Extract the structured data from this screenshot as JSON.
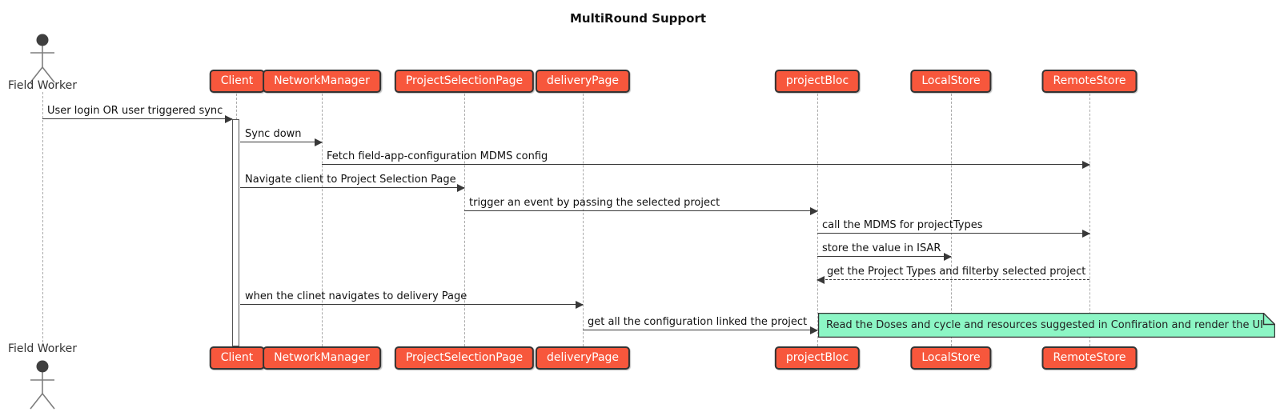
{
  "title": "MultiRound Support",
  "colors": {
    "participant_fill": "#F7573C",
    "participant_border": "#333333",
    "participant_text": "#FFFFFF",
    "note_fill": "#8CF6C5",
    "note_border": "#333333",
    "arrow": "#383838",
    "lifeline": "#AAAAAA"
  },
  "actor": {
    "label": "Field Worker"
  },
  "participants": [
    {
      "label": "Client"
    },
    {
      "label": "NetworkManager"
    },
    {
      "label": "ProjectSelectionPage"
    },
    {
      "label": "deliveryPage"
    },
    {
      "label": "projectBloc"
    },
    {
      "label": "LocalStore"
    },
    {
      "label": "RemoteStore"
    }
  ],
  "messages": [
    {
      "text": "User login OR user triggered sync",
      "from": "Field Worker",
      "to": "Client",
      "style": "solid"
    },
    {
      "text": "Sync down",
      "from": "Client",
      "to": "NetworkManager",
      "style": "solid"
    },
    {
      "text": "Fetch field-app-configuration MDMS config",
      "from": "NetworkManager",
      "to": "RemoteStore",
      "style": "solid"
    },
    {
      "text": "Navigate client to Project Selection Page",
      "from": "Client",
      "to": "ProjectSelectionPage",
      "style": "solid"
    },
    {
      "text": "trigger an event by passing the selected project",
      "from": "ProjectSelectionPage",
      "to": "projectBloc",
      "style": "solid"
    },
    {
      "text": "call the MDMS for projectTypes",
      "from": "projectBloc",
      "to": "RemoteStore",
      "style": "solid"
    },
    {
      "text": "store the value in ISAR",
      "from": "projectBloc",
      "to": "LocalStore",
      "style": "solid"
    },
    {
      "text": "get the Project Types and filterby selected project",
      "from": "RemoteStore",
      "to": "projectBloc",
      "style": "dashed"
    },
    {
      "text": "when the clinet navigates to delivery Page",
      "from": "Client",
      "to": "deliveryPage",
      "style": "solid"
    },
    {
      "text": "get all the configuration linked the project",
      "from": "deliveryPage",
      "to": "projectBloc",
      "style": "solid"
    }
  ],
  "note": {
    "text": "Read the Doses and cycle and resources suggested in Confiration and render the UI"
  }
}
